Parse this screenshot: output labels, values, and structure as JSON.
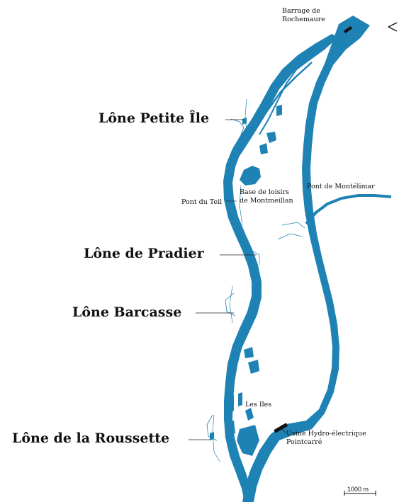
{
  "colors": {
    "water": "#1f82b4",
    "line": "#222222",
    "background": "#ffffff"
  },
  "icons": {
    "north": "north-arrow-icon"
  },
  "lones": [
    {
      "id": "petite-ile",
      "label": "Lône Petite Île"
    },
    {
      "id": "pradier",
      "label": "Lône de Pradier"
    },
    {
      "id": "barcasse",
      "label": "Lône Barcasse"
    },
    {
      "id": "roussette",
      "label": "Lône de la Roussette"
    }
  ],
  "places": {
    "barrage_line1": "Barrage de",
    "barrage_line2": "Rochemaure",
    "pont_montelimar": "Pont de Montélimar",
    "pont_teil": "Pont du Teil",
    "base_line1": "Base de loisirs",
    "base_line2": "de Montmeillan",
    "les_iles": "Les Iles",
    "usine_line1": "Usine Hydro-électrique",
    "usine_line2": "Pointcarré"
  },
  "scale": {
    "label": "1000 m"
  }
}
